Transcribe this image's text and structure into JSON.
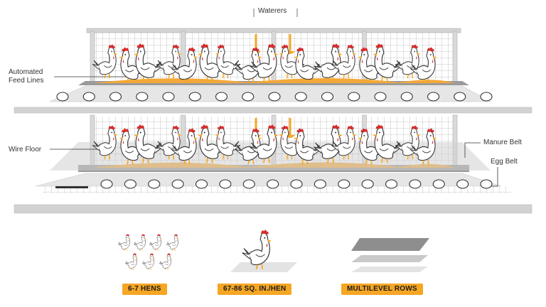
{
  "labels": {
    "waterers": "Waterers",
    "automated_feed_lines": "Automated\nFeed Lines",
    "wire_floor": "Wire Floor",
    "manure_belt": "Manure Belt",
    "egg_belt": "Egg Belt"
  },
  "legend": {
    "hens_per_cage": "6-7 HENS",
    "space_per_hen": "67-86 SQ. IN./HEN",
    "multilevel": "MULTILEVEL ROWS"
  },
  "tiers": [
    {
      "hen_count": 17,
      "egg_count": 17
    },
    {
      "hen_count": 17,
      "egg_count": 17
    }
  ],
  "colors": {
    "accent": "#f5a623",
    "feed": "#f2a83a",
    "comb": "#d62c2c",
    "structure": "#bfbfbf",
    "outline": "#333333"
  }
}
